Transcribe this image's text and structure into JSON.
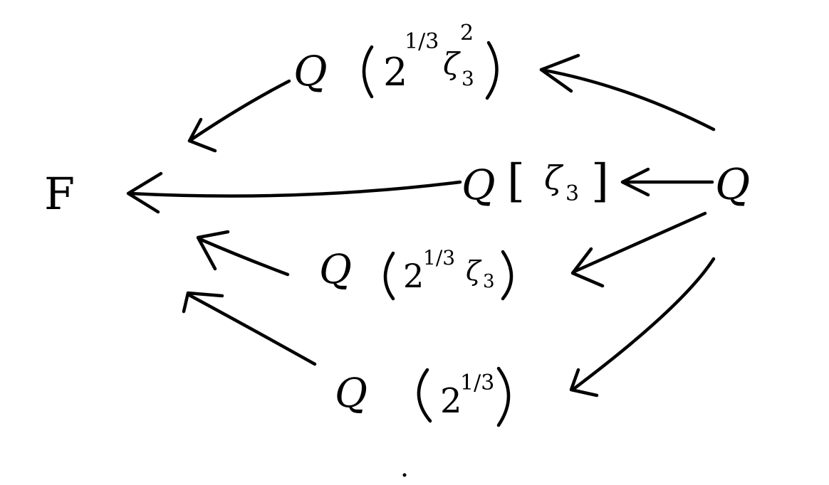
{
  "colors": {
    "ink": "#000000",
    "background": "#ffffff"
  },
  "nodes": {
    "F": {
      "label": "F"
    },
    "Q": {
      "label": "Q"
    },
    "Q_zeta3": {
      "field": "Q",
      "open": "[",
      "gen": "ζ",
      "sub": "3",
      "close": "]"
    },
    "Q_cbrt2_zeta3sq": {
      "field": "Q",
      "base": "2",
      "exp": "1/3",
      "gen": "ζ",
      "sub": "3",
      "gen_exp": "2"
    },
    "Q_cbrt2_zeta3": {
      "field": "Q",
      "base": "2",
      "exp": "1/3",
      "gen": "ζ",
      "sub": "3"
    },
    "Q_cbrt2": {
      "field": "Q",
      "base": "2",
      "exp": "1/3"
    }
  },
  "arrows": [
    {
      "from": "Q",
      "to": "Q_cbrt2_zeta3sq"
    },
    {
      "from": "Q",
      "to": "Q_zeta3"
    },
    {
      "from": "Q",
      "to": "Q_cbrt2_zeta3"
    },
    {
      "from": "Q",
      "to": "Q_cbrt2"
    },
    {
      "from": "Q_cbrt2_zeta3sq",
      "to": "F"
    },
    {
      "from": "Q_zeta3",
      "to": "F"
    },
    {
      "from": "Q_cbrt2_zeta3",
      "to": "F"
    },
    {
      "from": "Q_cbrt2",
      "to": "F"
    }
  ]
}
